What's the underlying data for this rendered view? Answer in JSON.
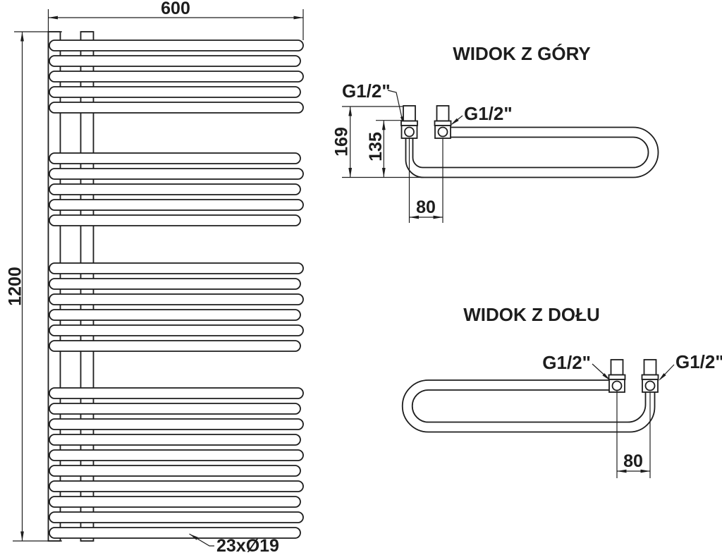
{
  "drawing": {
    "front_view": {
      "width_label": "600",
      "height_label": "1200",
      "tube_count_label": "23xØ19",
      "tube_groups": [
        5,
        5,
        6,
        10
      ]
    },
    "top_view": {
      "title": "WIDOK Z GÓRY",
      "left_connection_label": "G1/2\"",
      "right_connection_label": "G1/2\"",
      "total_depth_label": "169",
      "pipe_depth_label": "135",
      "connection_spacing_label": "80"
    },
    "bottom_view": {
      "title": "WIDOK Z DOŁU",
      "left_connection_label": "G1/2\"",
      "right_connection_label": "G1/2\"",
      "connection_spacing_label": "80"
    },
    "colors": {
      "line": "#1d1d1d",
      "background": "#ffffff"
    }
  }
}
